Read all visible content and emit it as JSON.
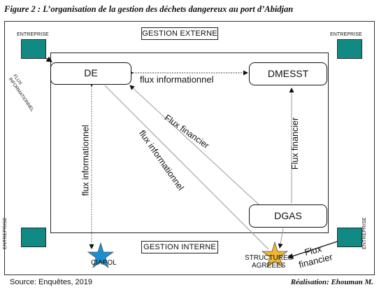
{
  "figure": {
    "title": "Figure 2 : L’organisation de la gestion des déchets dangereux au port d’Abidjan"
  },
  "zones": {
    "externe": "GESTION EXTERNE",
    "interne": "GESTION INTERNE"
  },
  "nodes": {
    "de": "DE",
    "dmesst": "DMESST",
    "dgas": "DGAS",
    "ciapol": "CIAPOL",
    "structures": "STRUCTURES\nAGREEES"
  },
  "entreprise_label": "ENTREPRISE",
  "flows": {
    "de_dmesst": "flux informationnel",
    "de_ciapol": "flux informationnel",
    "de_structures": "flux informationnel",
    "dgas_de": "Flux financier",
    "dgas_dmesst": "Flux financier",
    "entreprise_de": "FLUX\nINFORMATIONNEL",
    "entreprise_structures": "Flux\nfinancier"
  },
  "colors": {
    "entreprise": "#118a84",
    "ciapol_star": "#1c8fd1",
    "structures_star": "#f0b731"
  },
  "footer": {
    "source": "Source: Enquêtes, 2019",
    "realisation": "Réalisation: Ehouman M."
  }
}
